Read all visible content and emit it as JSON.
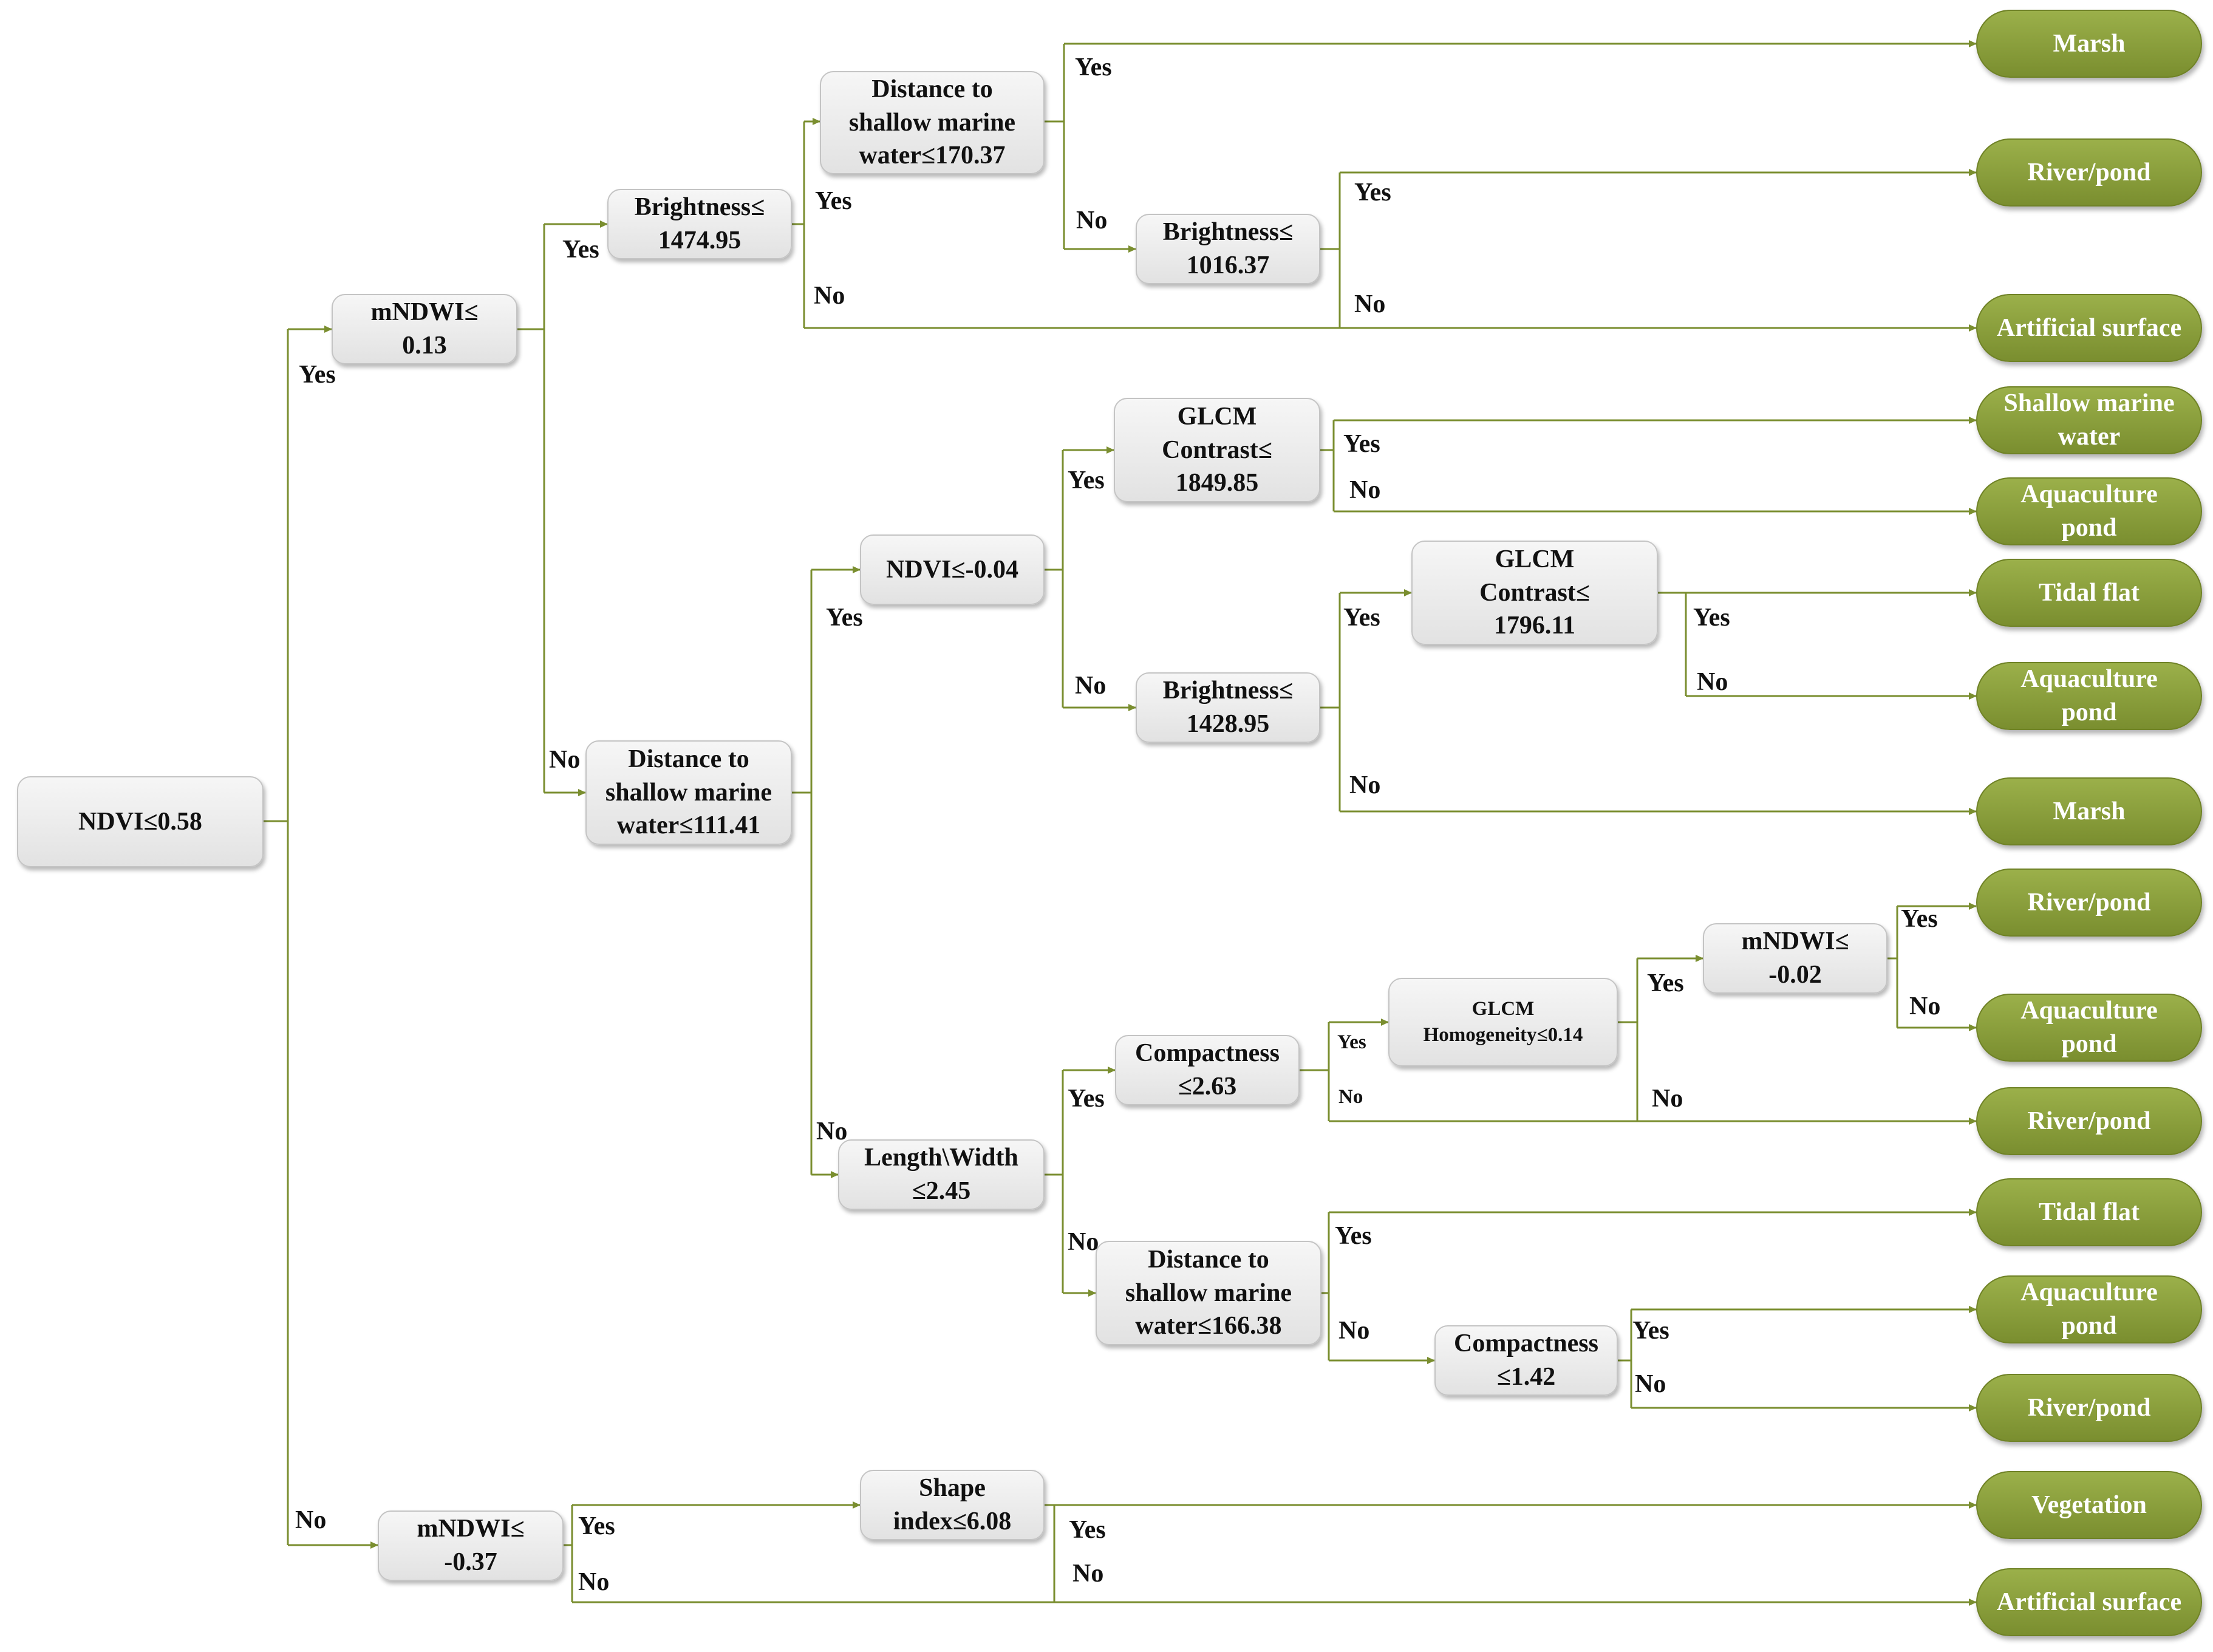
{
  "colors": {
    "line": "#7a8e2f",
    "leaf": "#8da03c",
    "node": "#eaeaea",
    "text": "#111111",
    "leaf_text": "#ffffff"
  },
  "nodes": {
    "n_root": "NDVI≤0.58",
    "n_mndwi1": "mNDWI≤\n0.13",
    "n_bright1": "Brightness≤\n1474.95",
    "n_dist1": "Distance to\nshallow marine\nwater≤170.37",
    "n_bright2": "Brightness≤\n1016.37",
    "n_dist2": "Distance to\nshallow marine\nwater≤111.41",
    "n_ndvi2": "NDVI≤-0.04",
    "n_glcm1": "GLCM\nContrast≤\n1849.85",
    "n_bright3": "Brightness≤\n1428.95",
    "n_glcm2": "GLCM\nContrast≤\n1796.11",
    "n_lw": "Length\\Width\n≤2.45",
    "n_comp1": "Compactness\n≤2.63",
    "n_homog": "GLCM\nHomogeneity≤0.14",
    "n_mndwi2": "mNDWI≤\n-0.02",
    "n_dist3": "Distance to\nshallow marine\nwater≤166.38",
    "n_comp2": "Compactness\n≤1.42",
    "n_mndwi3": "mNDWI≤\n-0.37",
    "n_shape": "Shape\nindex≤6.08"
  },
  "leaves": {
    "L1": "Marsh",
    "L2": "River/pond",
    "L3": "Artificial surface",
    "L4": "Shallow marine\nwater",
    "L5": "Aquaculture\npond",
    "L6": "Tidal flat",
    "L7": "Aquaculture\npond",
    "L8": "Marsh",
    "L9": "River/pond",
    "L10": "Aquaculture\npond",
    "L11": "River/pond",
    "L12": "Tidal flat",
    "L13": "Aquaculture\npond",
    "L14": "River/pond",
    "L15": "Vegetation",
    "L16": "Artificial surface"
  },
  "branch_labels": {
    "yes": "Yes",
    "no": "No"
  }
}
